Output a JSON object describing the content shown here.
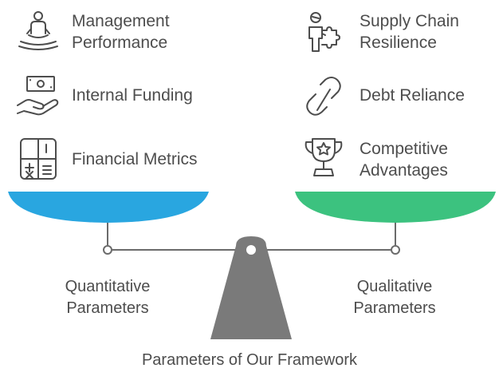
{
  "left_items": [
    {
      "label": "Management\nPerformance",
      "icon": "meditation-person-icon"
    },
    {
      "label": "Internal Funding",
      "icon": "hand-money-icon"
    },
    {
      "label": "Financial Metrics",
      "icon": "calculator-icon"
    }
  ],
  "right_items": [
    {
      "label": "Supply Chain\nResilience",
      "icon": "person-puzzle-icon"
    },
    {
      "label": "Debt Reliance",
      "icon": "broken-chain-icon"
    },
    {
      "label": "Competitive\nAdvantages",
      "icon": "trophy-star-icon"
    }
  ],
  "scale": {
    "left_pan_label": "Quantitative\nParameters",
    "right_pan_label": "Qualitative\nParameters",
    "left_pan_color": "#29a6e0",
    "right_pan_color": "#3cc27f",
    "fulcrum_color": "#7a7a7a",
    "beam_color": "#6b6b6b"
  },
  "caption": "Parameters of Our Framework"
}
